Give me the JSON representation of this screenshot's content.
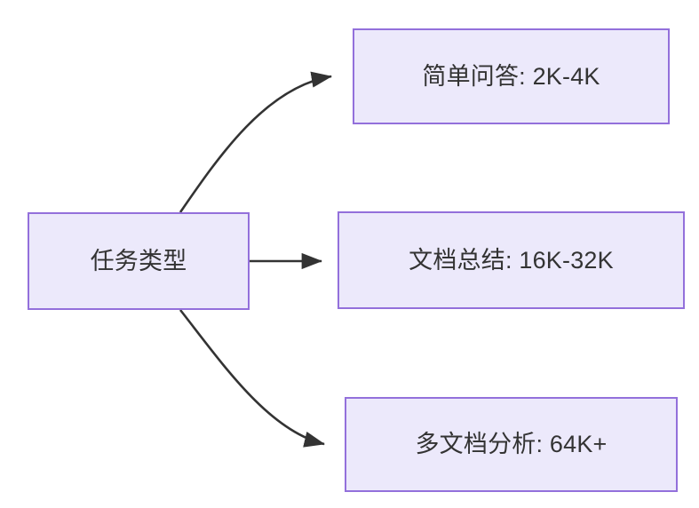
{
  "diagram": {
    "type": "flowchart",
    "direction": "left-to-right",
    "background_color": "#ffffff",
    "node_fill_color": "#ece9fb",
    "node_border_color": "#9370db",
    "node_text_color": "#333333",
    "edge_color": "#333333",
    "source_node": {
      "id": "task-type",
      "label": "任务类型"
    },
    "target_nodes": [
      {
        "id": "simple-qa",
        "label": "简单问答: 2K-4K",
        "task": "简单问答",
        "context_range": "2K-4K"
      },
      {
        "id": "doc-summary",
        "label": "文档总结: 16K-32K",
        "task": "文档总结",
        "context_range": "16K-32K"
      },
      {
        "id": "multi-doc",
        "label": "多文档分析: 64K+",
        "task": "多文档分析",
        "context_range": "64K+"
      }
    ],
    "edges": [
      {
        "id": "edge-to-simple-qa",
        "from": "task-type",
        "to": "simple-qa",
        "style": "curved",
        "arrow": "triangle",
        "label": ""
      },
      {
        "id": "edge-to-doc-summary",
        "from": "task-type",
        "to": "doc-summary",
        "style": "straight",
        "arrow": "triangle",
        "label": ""
      },
      {
        "id": "edge-to-multi-doc",
        "from": "task-type",
        "to": "multi-doc",
        "style": "curved",
        "arrow": "triangle",
        "label": ""
      }
    ]
  }
}
